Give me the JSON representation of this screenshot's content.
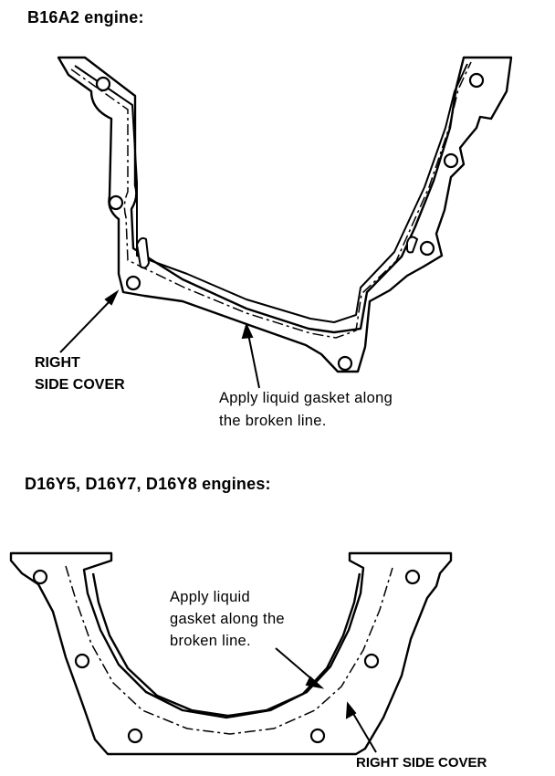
{
  "section1": {
    "title": "B16A2 engine:",
    "part_label_line1": "RIGHT",
    "part_label_line2": "SIDE COVER",
    "note_line1": "Apply liquid gasket along",
    "note_line2": "the broken line."
  },
  "section2": {
    "title": "D16Y5, D16Y7, D16Y8 engines:",
    "note_line1": "Apply liquid",
    "note_line2": "gasket along the",
    "note_line3": "broken line.",
    "part_label": "RIGHT SIDE COVER"
  },
  "colors": {
    "ink": "#000000",
    "paper": "#ffffff"
  }
}
